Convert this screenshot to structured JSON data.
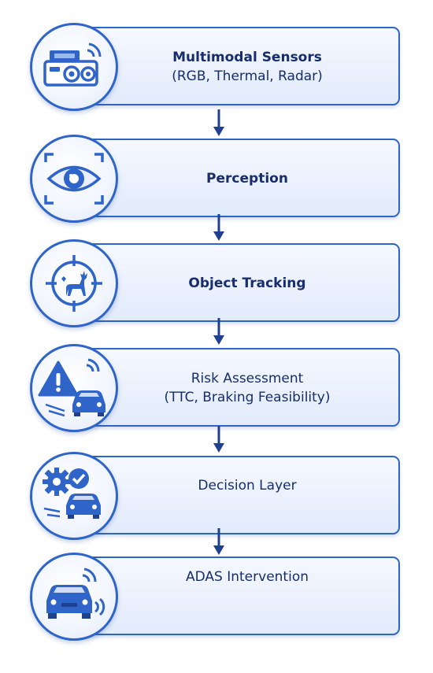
{
  "colors": {
    "accent": "#2f64c9",
    "text": "#182d6b",
    "card_fill": "#e2ebfb"
  },
  "steps": [
    {
      "title": "Multimodal Sensors",
      "subtitle": "(RGB, Thermal, Radar)",
      "icon": "camera-sensor-icon"
    },
    {
      "title": "Perception",
      "subtitle": "",
      "icon": "eye-scan-icon"
    },
    {
      "title": "Object Tracking",
      "subtitle": "",
      "icon": "target-deer-icon"
    },
    {
      "title": "Risk Assessment",
      "subtitle": "(TTC, Braking Feasibility)",
      "icon": "warning-car-icon"
    },
    {
      "title": "Decision Layer",
      "subtitle": "",
      "icon": "gears-car-icon"
    },
    {
      "title": "ADAS Intervention",
      "subtitle": "",
      "icon": "car-signal-icon"
    }
  ]
}
